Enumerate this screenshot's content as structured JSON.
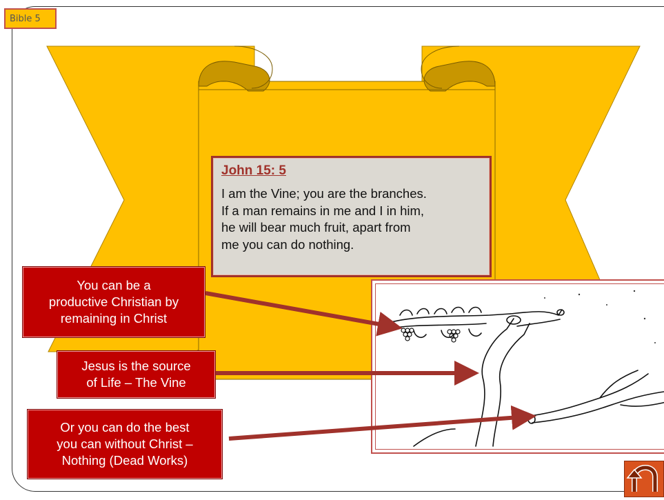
{
  "slide_tag": "Bible 5",
  "verse": {
    "reference": "John 15: 5",
    "lines": [
      "I am the Vine; you are the branches.",
      "If a man remains in me and I in him,",
      "he will bear much fruit, apart from",
      "me you can do nothing."
    ]
  },
  "callouts": [
    {
      "lines": [
        "You can be a",
        "productive Christian by",
        "remaining in Christ"
      ]
    },
    {
      "lines": [
        "Jesus is the source",
        "of Life – The Vine"
      ]
    },
    {
      "lines": [
        "Or you can do the best",
        "you can without Christ –",
        "Nothing (Dead Works)"
      ]
    }
  ],
  "colors": {
    "banner": "#ffc000",
    "banner_dark": "#c89600",
    "callout": "#c00000",
    "arrow": "#a0322b",
    "verse_bg": "#dcd9d2"
  },
  "icons": {
    "return_button": "u-turn-arrow-icon",
    "illustration": "vine-and-branches-drawing"
  }
}
